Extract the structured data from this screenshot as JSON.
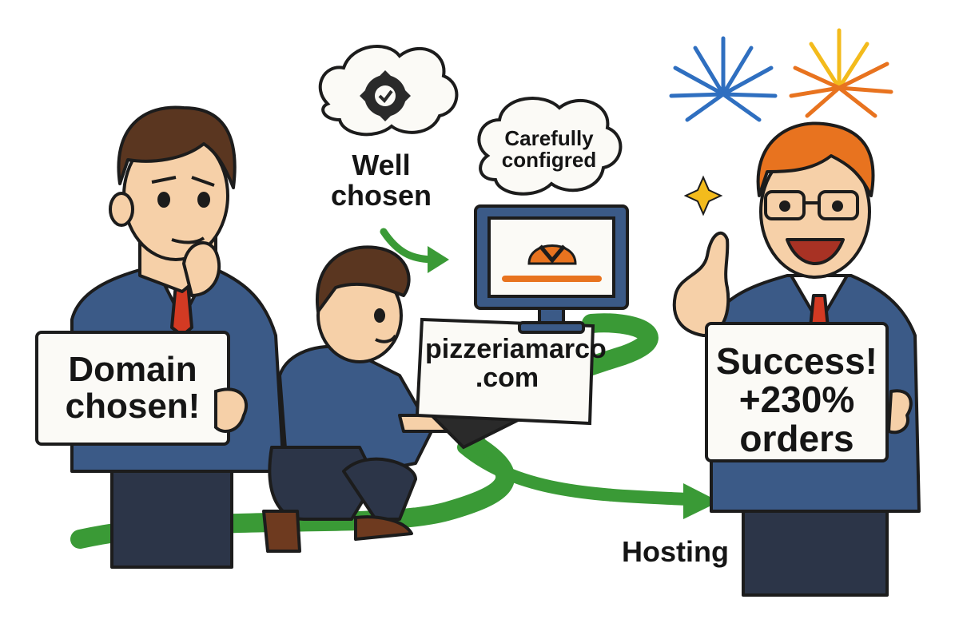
{
  "signs": {
    "domain": "Domain chosen!",
    "laptop": "pizzeriamarco .com",
    "success": "Success! +230% orders"
  },
  "labels": {
    "well_chosen": "Well chosen",
    "carefully": "Carefully configred",
    "hosting": "Hosting"
  },
  "icons": {
    "gear": "gear-check-icon",
    "monitor_logo": "check-badge-icon",
    "sparkle": "sparkle-icon",
    "fireworks": "fireworks-icon"
  },
  "colors": {
    "path_green": "#3a9a36",
    "suit_blue": "#3b5a87",
    "accent_orange": "#e8731f",
    "tie_red": "#d33a23"
  }
}
